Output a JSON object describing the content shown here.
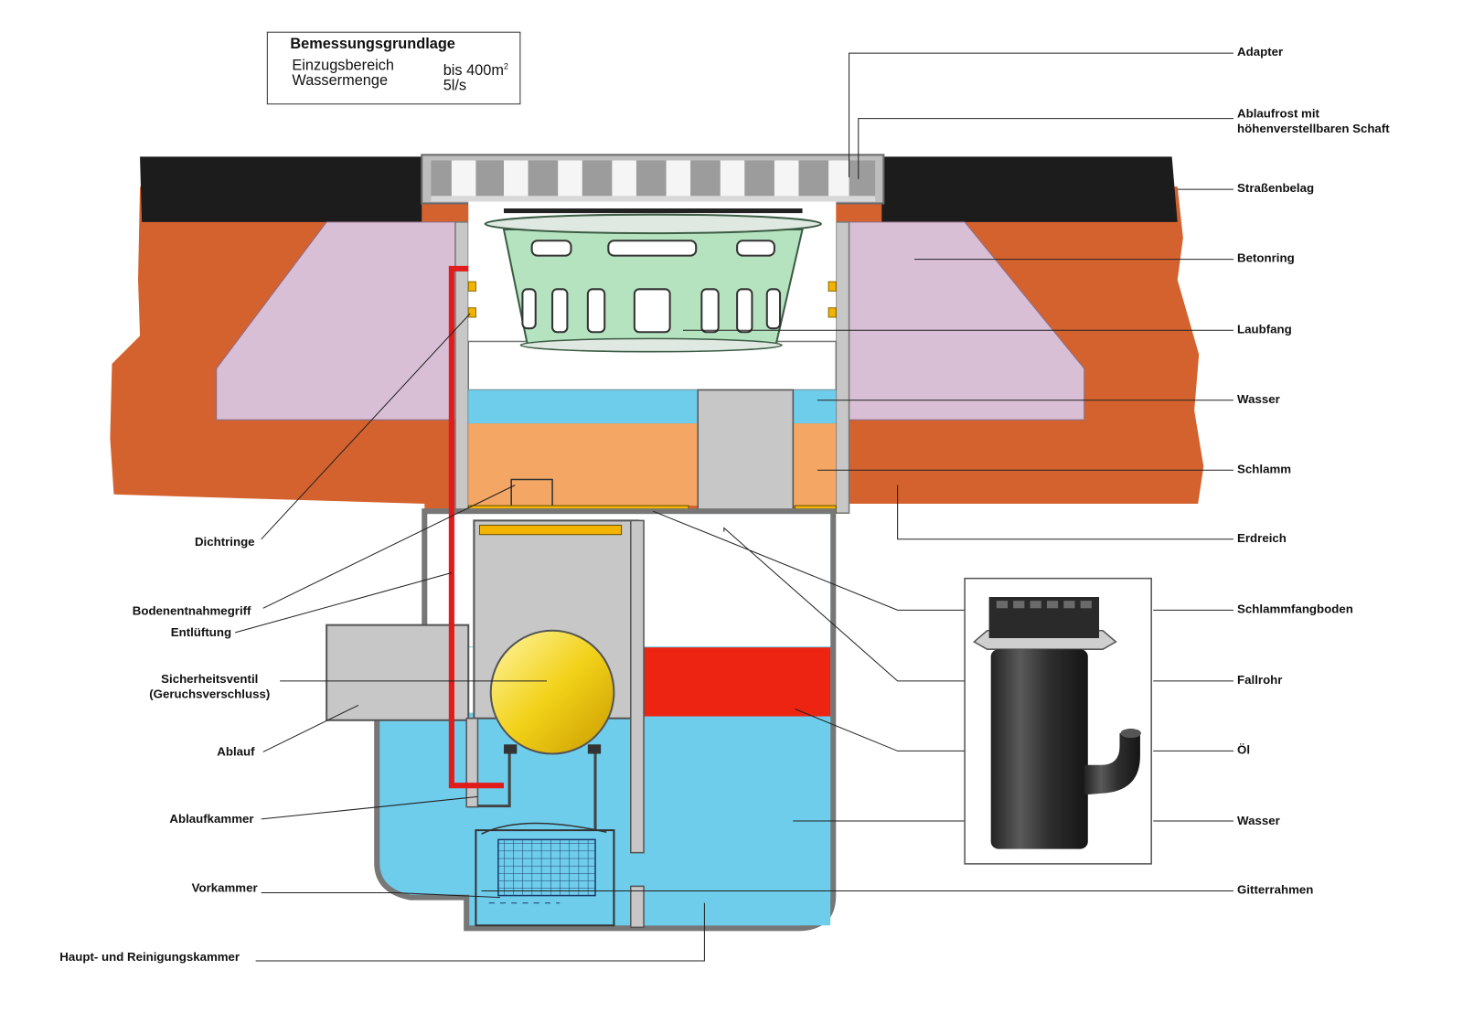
{
  "spec_box": {
    "title": "Bemessungsgrundlage",
    "rows": [
      {
        "label": "Einzugsbereich",
        "value": "bis 400m",
        "sup": "2"
      },
      {
        "label": "Wassermenge",
        "value": "5l/s",
        "sup": ""
      }
    ]
  },
  "labels_right": [
    "Adapter",
    "Ablaufrost mit\nhöhenverstellbaren Schaft",
    "Straßenbelag",
    "Betonring",
    "Laubfang",
    "Wasser",
    "Schlamm",
    "Erdreich",
    "Schlammfangboden",
    "Fallrohr",
    "Öl",
    "Wasser",
    "Gitterrahmen"
  ],
  "labels_left": [
    "Dichtringe",
    "Bodenentnahmegriff",
    "Entlüftung",
    "Sicherheitsventil\n(Geruchsverschluss)",
    "Ablauf",
    "Ablaufkammer",
    "Vorkammer",
    "Haupt- und Reinigungskammer"
  ],
  "colors": {
    "asphalt": "#1c1c1c",
    "soil": "#d4622e",
    "concrete": "#d9bfd6",
    "water": "#6fcdec",
    "sludge": "#f4a765",
    "oil": "#ee2412",
    "basket": "#b6e3bf",
    "valve_ball": "#f2d219",
    "vent_pipe": "#e21b1b",
    "metal": "#c7c7c7",
    "gasket": "#f2b400"
  }
}
